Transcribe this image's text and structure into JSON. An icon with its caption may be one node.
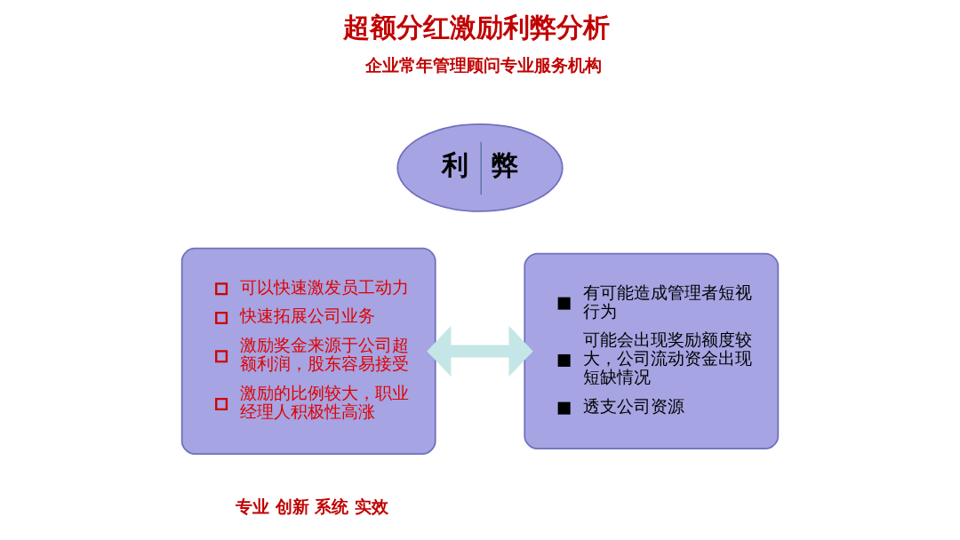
{
  "diagram": {
    "title": "超额分红激励利弊分析",
    "nodes": [
      {
        "text": [
          "利",
          "弊"
        ]
      },
      {
        "text": [
          "可以快速激发员工动力",
          "快速拓展公司业务",
          "激励奖金来源于公司超额利润，股东容易接受",
          "激励的比例较大，职业经理人积极性高涨"
        ]
      },
      {
        "text": [
          "有可能造成管理者短视行为",
          "可能会出现奖励额度较大，公司流动资金出现短缺情况",
          "透支公司资源"
        ]
      }
    ],
    "edges": [
      {
        "from": 1,
        "to": 2,
        "arrow": "both",
        "color": "#c4e6e6"
      }
    ],
    "labels": [
      "企业常年管理顾问专业服务机构",
      "专业 创新 系统 实效"
    ]
  }
}
